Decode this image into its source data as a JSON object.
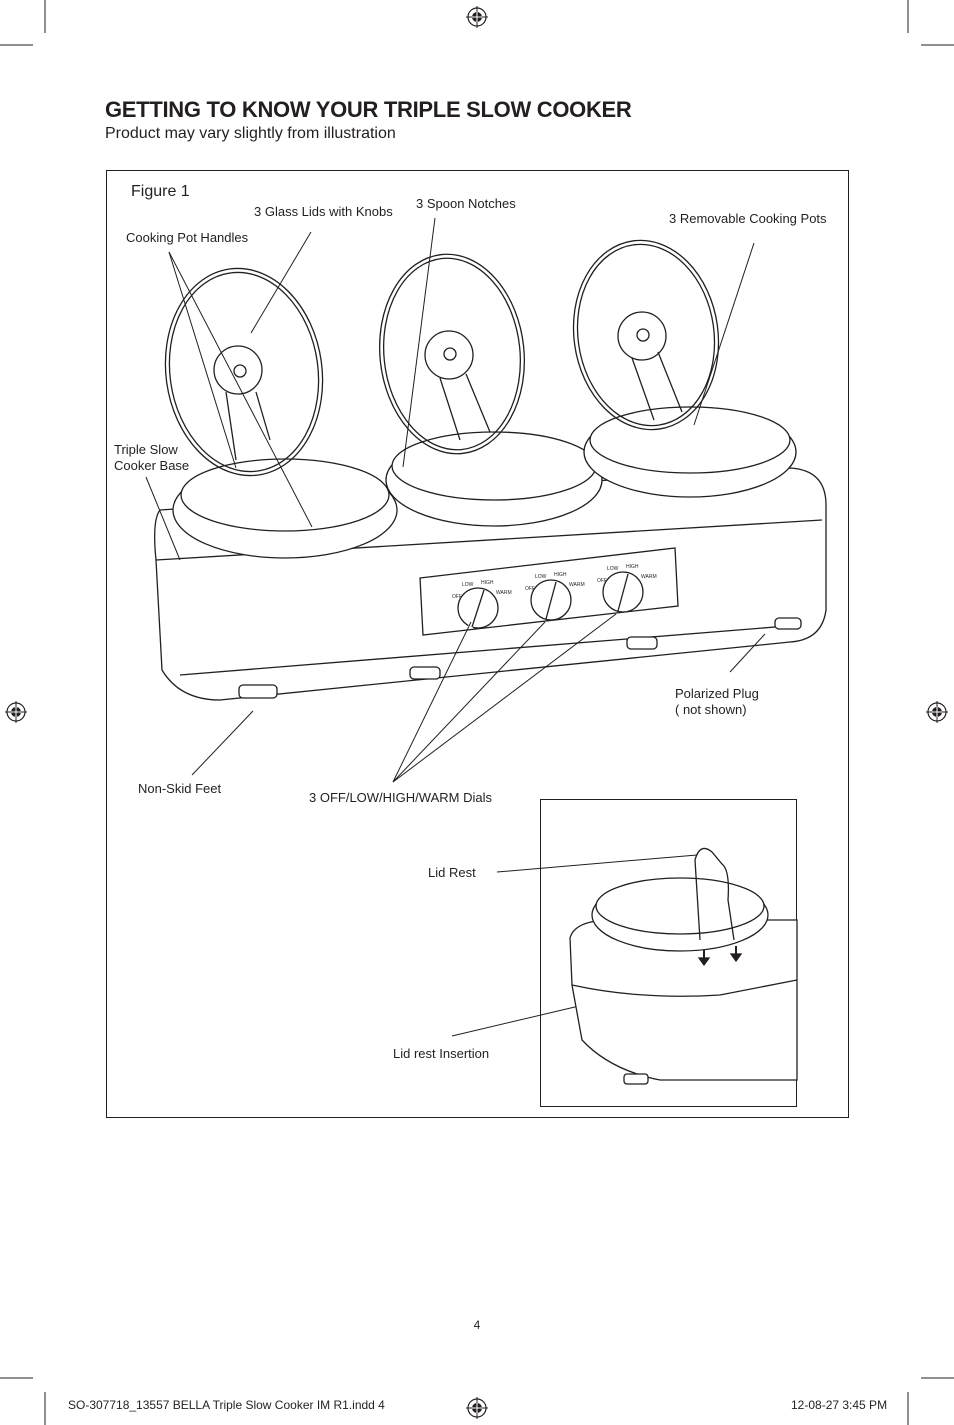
{
  "heading": {
    "title": "GETTING TO KNOW YOUR TRIPLE SLOW COOKER",
    "subtitle": "Product may vary slightly from illustration"
  },
  "figure": {
    "label": "Figure 1",
    "callouts": {
      "glass_lids": "3 Glass Lids with Knobs",
      "spoon_notches": "3 Spoon Notches",
      "cooking_pots": "3 Removable Cooking Pots",
      "pot_handles": "Cooking Pot Handles",
      "base_line1": "Triple Slow",
      "base_line2": "Cooker Base",
      "polarized_plug_line1": "Polarized Plug",
      "polarized_plug_line2": "( not shown)",
      "non_skid_feet": "Non-Skid Feet",
      "dials": "3 OFF/LOW/HIGH/WARM Dials",
      "lid_rest": "Lid Rest",
      "lid_rest_insertion": "Lid rest Insertion"
    },
    "dial_markings": [
      "OFF",
      "LOW",
      "HIGH",
      "WARM"
    ]
  },
  "footer": {
    "page_number": "4",
    "file_slug": "SO-307718_13557 BELLA Triple Slow Cooker IM R1.indd   4",
    "timestamp": "12-08-27   3:45 PM"
  }
}
